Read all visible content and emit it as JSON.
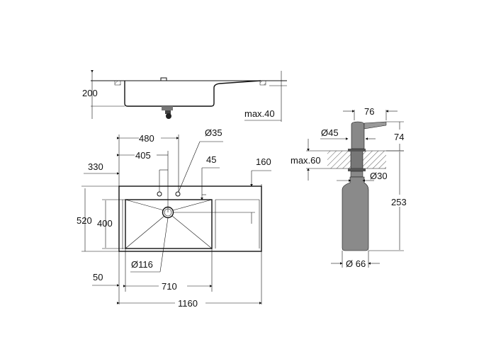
{
  "side_view": {
    "depth": "200",
    "max_thickness": "max.40"
  },
  "top_view": {
    "tap_hole_offset": "480",
    "center_offset": "405",
    "left_offset": "330",
    "tap_hole_diameter": "Ø35",
    "edge_offset": "45",
    "drainboard_offset": "160",
    "total_depth": "520",
    "bowl_depth": "400",
    "drain_diameter": "Ø116",
    "bowl_edge": "50",
    "bowl_width": "710",
    "total_width": "1160"
  },
  "dispenser": {
    "arm_length": "76",
    "head_height": "74",
    "head_diameter": "Ø45",
    "max_counter": "max.60",
    "hole_diameter": "Ø30",
    "bottle_height": "253",
    "bottle_diameter": "Ø 66"
  }
}
